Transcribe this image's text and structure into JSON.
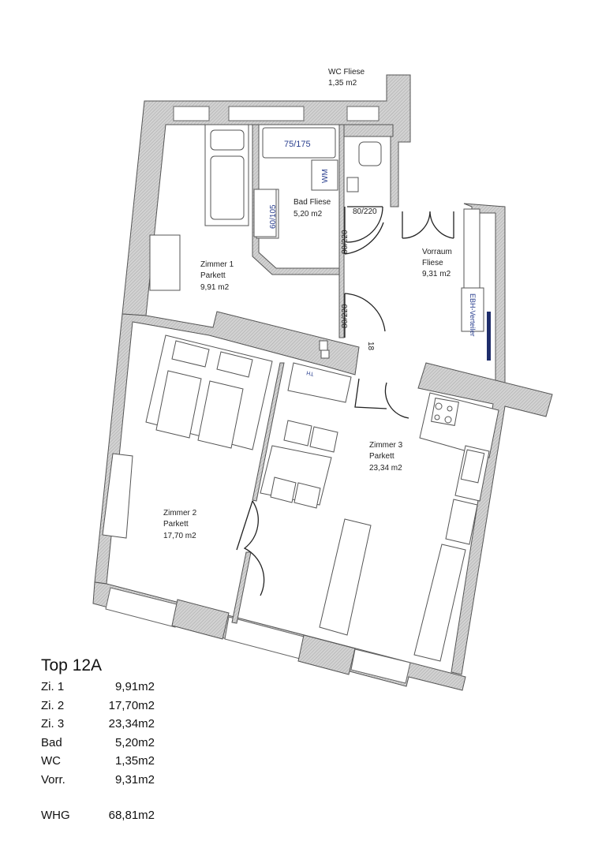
{
  "plan": {
    "rooms": [
      {
        "name": "WC Fliese",
        "area": "1,35 m2"
      },
      {
        "name": "Bad Fliese",
        "area": "5,20 m2"
      },
      {
        "name": "Zimmer 1",
        "floor": "Parkett",
        "area": "9,91 m2"
      },
      {
        "name": "Vorraum",
        "floor": "Fliese",
        "area": "9,31 m2"
      },
      {
        "name": "Zimmer 2",
        "floor": "Parkett",
        "area": "17,70 m2"
      },
      {
        "name": "Zimmer 3",
        "floor": "Parkett",
        "area": "23,34 m2"
      }
    ],
    "annotations": {
      "bathtub": "75/175",
      "washing_machine": "WM",
      "shower": "60/105",
      "door_wc": "80/220",
      "door_bad": "80/220",
      "door_zimmer1": "80/220",
      "step": "18",
      "heating": "EBH-Verteiler",
      "th": "TH"
    },
    "colors": {
      "annotation_blue": "#2a3f8f",
      "distributor_bar": "#1f2d6b",
      "wall": "#c8c8c8"
    }
  },
  "summary": {
    "title": "Top 12A",
    "rows": [
      {
        "label": "Zi. 1",
        "value": "9,91m2"
      },
      {
        "label": "Zi. 2",
        "value": "17,70m2"
      },
      {
        "label": "Zi. 3",
        "value": "23,34m2"
      },
      {
        "label": "Bad",
        "value": "5,20m2"
      },
      {
        "label": "WC",
        "value": "1,35m2"
      },
      {
        "label": "Vorr.",
        "value": "9,31m2"
      }
    ],
    "total": {
      "label": "WHG",
      "value": "68,81m2"
    }
  }
}
